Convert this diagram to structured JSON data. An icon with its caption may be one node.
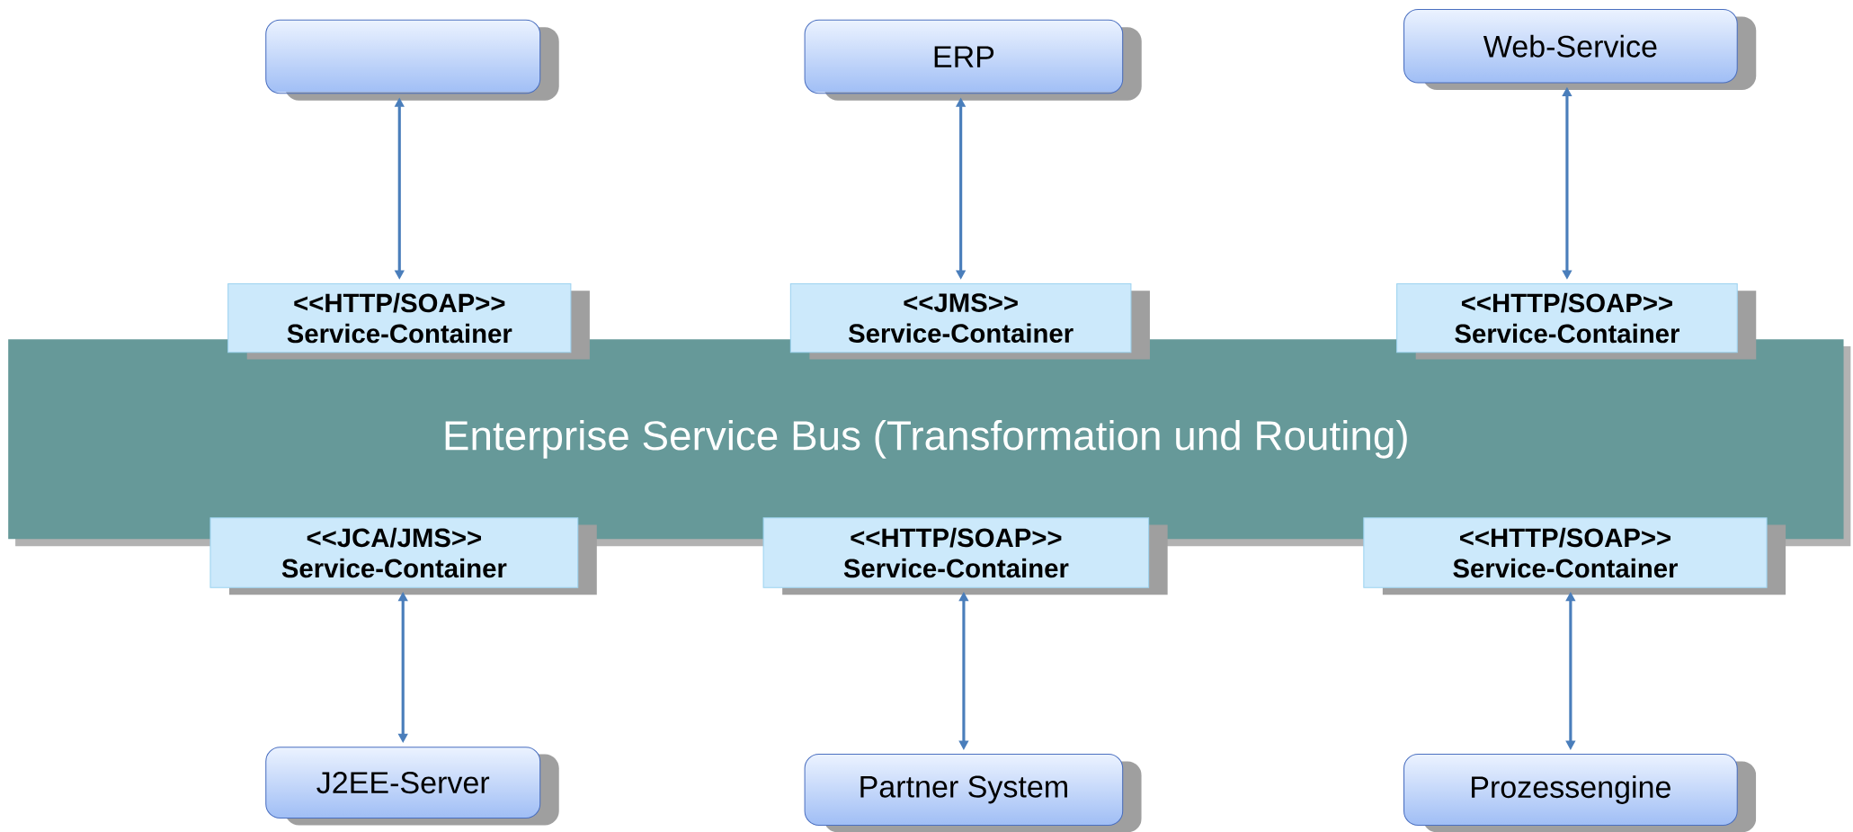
{
  "diagram": {
    "nodes": [
      {
        "text": [],
        "shape": "box"
      },
      {
        "text": [
          "ERP"
        ]
      },
      {
        "text": [
          "Web-Service"
        ]
      },
      {
        "text": [
          "<<HTTP/SOAP>>",
          "Service-Container"
        ]
      },
      {
        "text": [
          "<<JMS>>",
          "Service-Container"
        ]
      },
      {
        "text": [
          "<<HTTP/SOAP>>",
          "Service-Container"
        ]
      },
      {
        "text": [
          "Enterprise Service Bus (Transformation und Routing)"
        ]
      },
      {
        "text": [
          "<<JCA/JMS>>",
          "Service-Container"
        ]
      },
      {
        "text": [
          "<<HTTP/SOAP>>",
          "Service-Container"
        ]
      },
      {
        "text": [
          "<<HTTP/SOAP>>",
          "Service-Container"
        ]
      },
      {
        "text": [
          "J2EE-Server"
        ]
      },
      {
        "text": [
          "Partner System"
        ]
      },
      {
        "text": [
          "Prozessengine"
        ]
      }
    ],
    "edges": [
      {
        "from": 0,
        "to": 3,
        "arrow": "both"
      },
      {
        "from": 1,
        "to": 4,
        "arrow": "both"
      },
      {
        "from": 2,
        "to": 5,
        "arrow": "both"
      },
      {
        "from": 7,
        "to": 10,
        "arrow": "both"
      },
      {
        "from": 8,
        "to": 11,
        "arrow": "both"
      },
      {
        "from": 9,
        "to": 12,
        "arrow": "both"
      }
    ]
  }
}
